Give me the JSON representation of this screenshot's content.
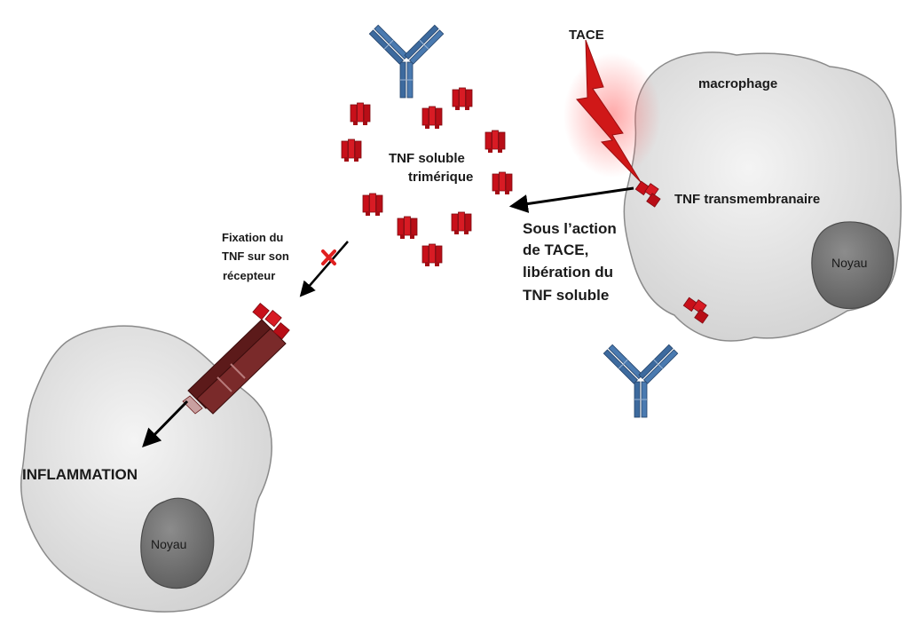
{
  "labels": {
    "tace": "TACE",
    "macrophage": "macrophage",
    "tnf_soluble_line1": "TNF soluble",
    "tnf_soluble_line2": "trimérique",
    "tnf_transmembrane": "TNF transmembranaire",
    "action_line1": "Sous l’action",
    "action_line2": "de  TACE,",
    "action_line3": "libération du",
    "action_line4": "TNF soluble",
    "fixation_line1": "Fixation du",
    "fixation_line2": "TNF sur son",
    "fixation_line3": "récepteur",
    "inflammation": "INFLAMMATION",
    "noyau_right": "Noyau",
    "noyau_left": "Noyau"
  },
  "colors": {
    "cell_fill": "#e4e4e4",
    "nucleus_fill": "#7a7a7a",
    "tnf_red": "#c8101a",
    "antibody_blue": "#3d6a9e",
    "receptor_brown": "#6b2020",
    "tace_red": "#d01818"
  }
}
